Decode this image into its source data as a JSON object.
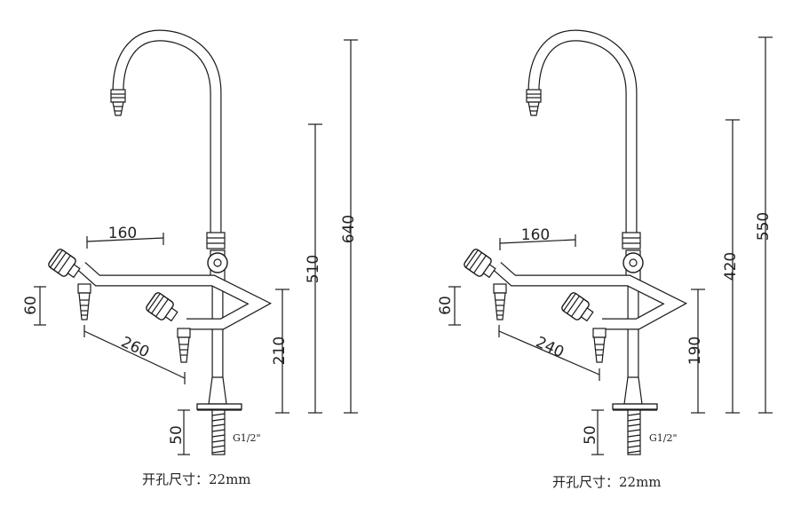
{
  "diagrams": [
    {
      "total_height": "640",
      "deck_height": "510",
      "outlet_height": "210",
      "nozzle_drop": "60",
      "arm_span": "160",
      "nozzle_spacing": "260",
      "shank_length": "50",
      "thread": "G1/2\"",
      "hole_size": "开孔尺寸：22mm"
    },
    {
      "total_height": "550",
      "deck_height": "420",
      "outlet_height": "190",
      "nozzle_drop": "60",
      "arm_span": "160",
      "nozzle_spacing": "240",
      "shank_length": "50",
      "thread": "G1/2\"",
      "hole_size": "开孔尺寸：22mm"
    }
  ]
}
